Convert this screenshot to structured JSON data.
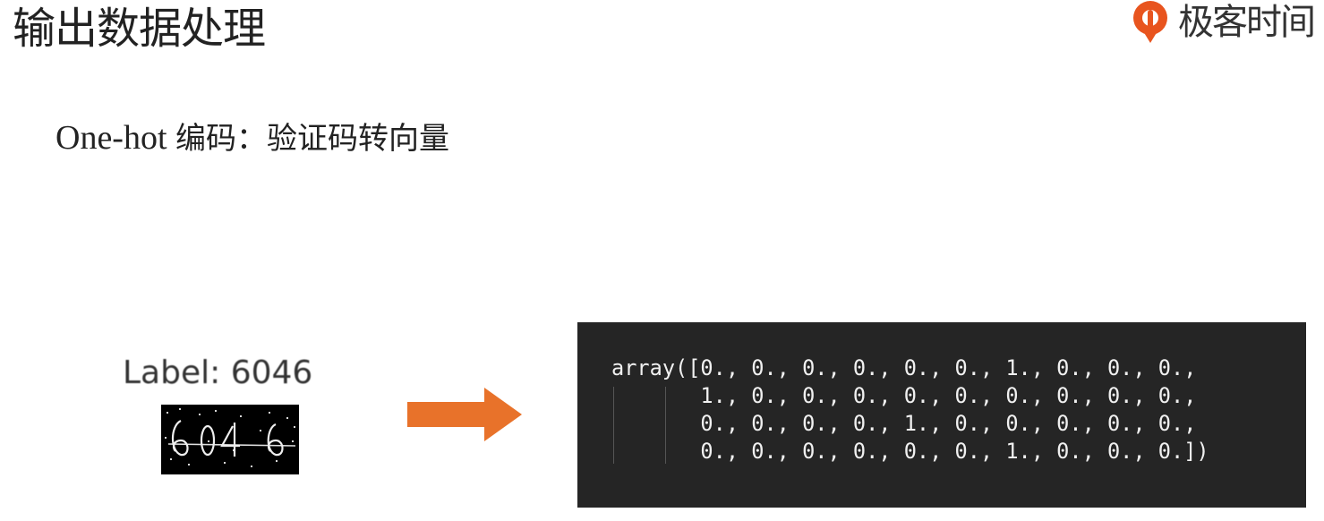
{
  "header": {
    "title": "输出数据处理",
    "brand_name": "极客时间",
    "brand_color": "#e8541e"
  },
  "subtitle": {
    "latin": "One-hot ",
    "chinese": "编码：验证码转向量"
  },
  "example": {
    "label": "Label: 6046",
    "captcha_text": "6046",
    "arrow_color": "#e8722a"
  },
  "code": {
    "lines": [
      "array([0., 0., 0., 0., 0., 0., 1., 0., 0., 0.,",
      "       1., 0., 0., 0., 0., 0., 0., 0., 0., 0.,",
      "       0., 0., 0., 0., 1., 0., 0., 0., 0., 0.,",
      "       0., 0., 0., 0., 0., 0., 1., 0., 0., 0.])"
    ],
    "background": "#252525",
    "text_color": "#f0f0f0"
  }
}
